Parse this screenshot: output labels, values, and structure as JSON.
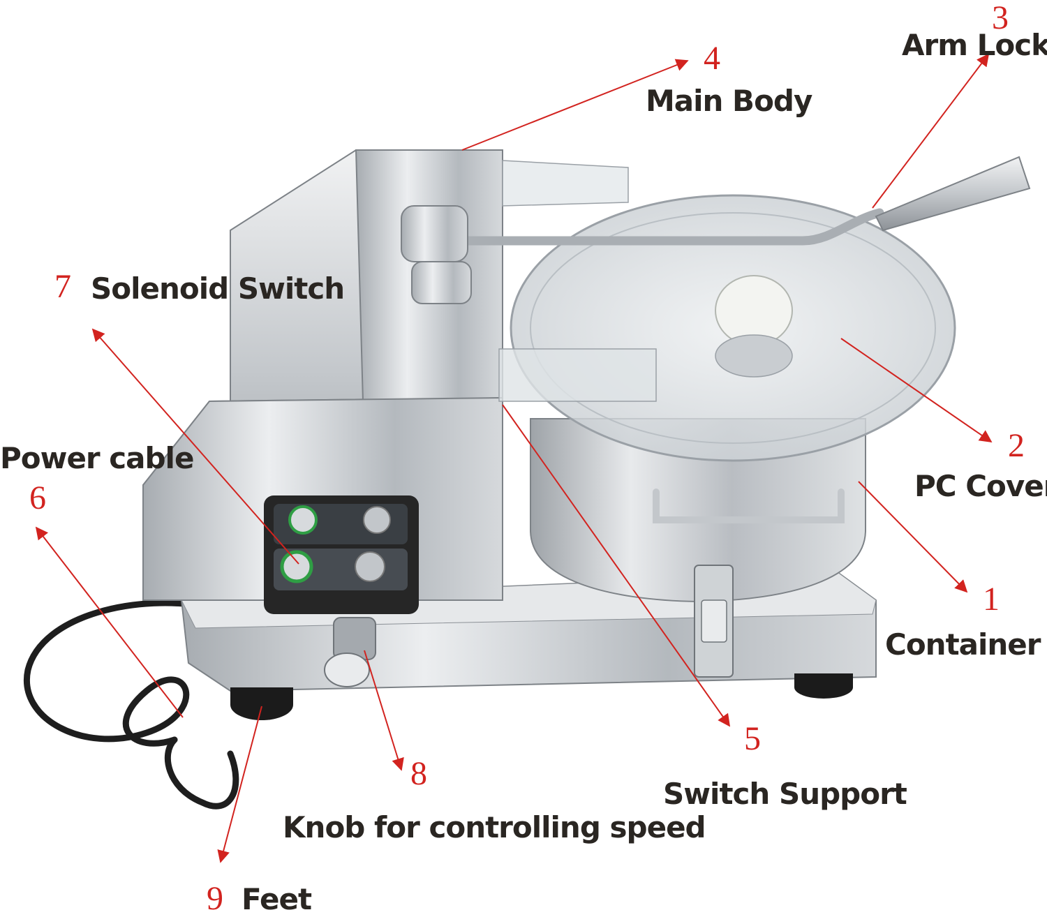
{
  "colors": {
    "callout": "#d2231f",
    "label_text": "#2a2622",
    "steel": "#c9cdd1",
    "shadow": "#8b9096"
  },
  "callouts": [
    {
      "number": "1",
      "label": "Container"
    },
    {
      "number": "2",
      "label": "PC Cover"
    },
    {
      "number": "3",
      "label": "Arm Lock"
    },
    {
      "number": "4",
      "label": "Main Body"
    },
    {
      "number": "5",
      "label": "Switch Support"
    },
    {
      "number": "6",
      "label": "Power cable"
    },
    {
      "number": "7",
      "label": "Solenoid Switch"
    },
    {
      "number": "8",
      "label": "Knob for controlling speed"
    },
    {
      "number": "9",
      "label": "Feet"
    }
  ]
}
